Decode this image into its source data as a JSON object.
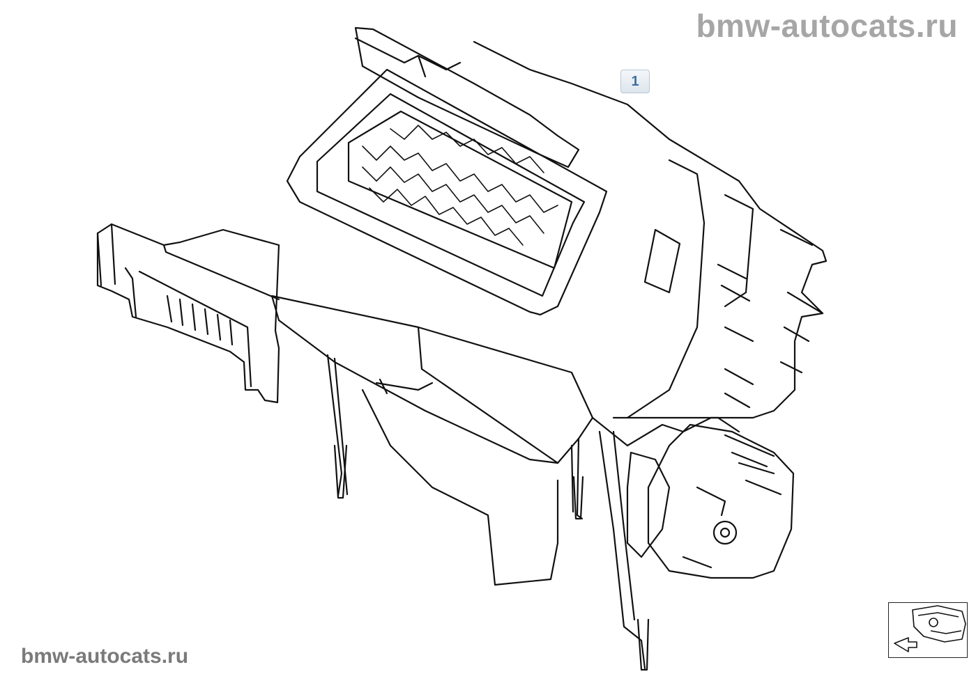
{
  "watermark": {
    "top": "bmw-autocats.ru",
    "bottom": "bmw-autocats.ru"
  },
  "callouts": [
    {
      "number": "1"
    }
  ],
  "icons": {
    "thumbnail": "car-front-arrow-icon"
  },
  "colors": {
    "line": "#111111",
    "callout_text": "#3f6f9f",
    "callout_border": "#b9c6d3",
    "watermark_top": "#a6a6a6",
    "watermark_bottom": "#7a7a7a"
  }
}
